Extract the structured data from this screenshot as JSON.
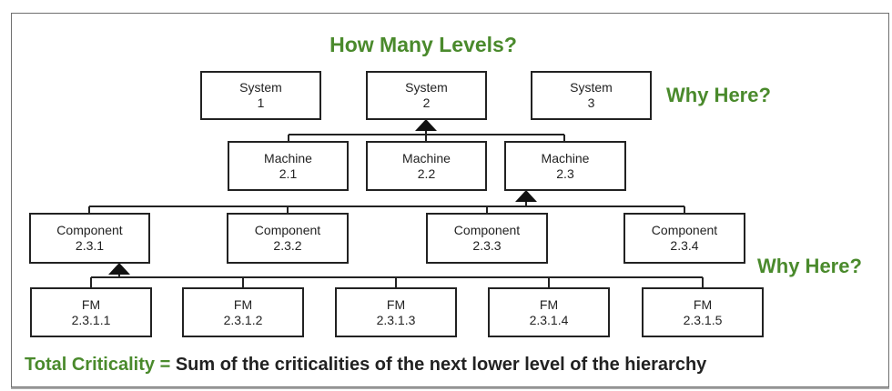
{
  "title": "How Many Levels?",
  "why_here_1": "Why Here?",
  "why_here_2": "Why Here?",
  "systems": [
    {
      "label": "System",
      "id": "1"
    },
    {
      "label": "System",
      "id": "2"
    },
    {
      "label": "System",
      "id": "3"
    }
  ],
  "machines": [
    {
      "label": "Machine",
      "id": "2.1"
    },
    {
      "label": "Machine",
      "id": "2.2"
    },
    {
      "label": "Machine",
      "id": "2.3"
    }
  ],
  "components": [
    {
      "label": "Component",
      "id": "2.3.1"
    },
    {
      "label": "Component",
      "id": "2.3.2"
    },
    {
      "label": "Component",
      "id": "2.3.3"
    },
    {
      "label": "Component",
      "id": "2.3.4"
    }
  ],
  "failure_modes": [
    {
      "label": "FM",
      "id": "2.3.1.1"
    },
    {
      "label": "FM",
      "id": "2.3.1.2"
    },
    {
      "label": "FM",
      "id": "2.3.1.3"
    },
    {
      "label": "FM",
      "id": "2.3.1.4"
    },
    {
      "label": "FM",
      "id": "2.3.1.5"
    }
  ],
  "footer": {
    "term": "Total Criticality",
    "equals": "=",
    "definition": "Sum of the criticalities of the next lower level of the hierarchy"
  }
}
